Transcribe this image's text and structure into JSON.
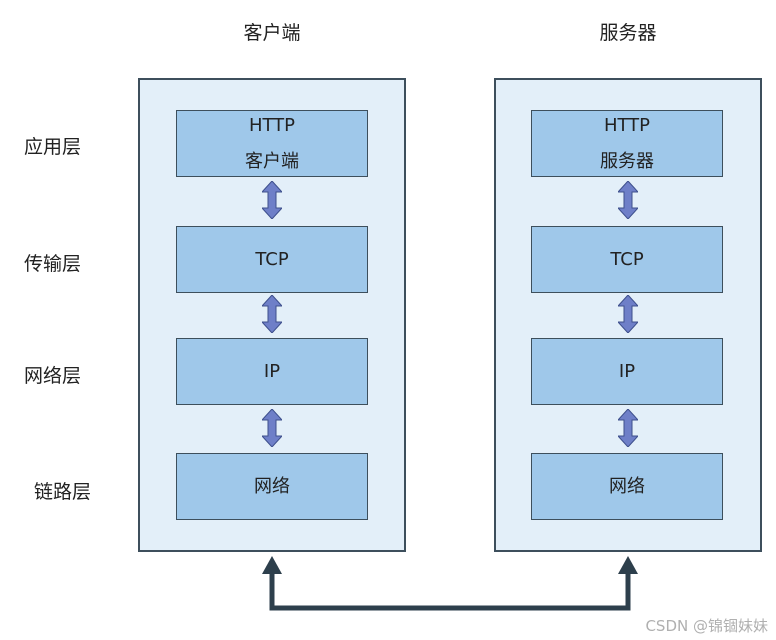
{
  "columns": {
    "client": {
      "title": "客户端"
    },
    "server": {
      "title": "服务器"
    }
  },
  "layers": [
    "应用层",
    "传输层",
    "网络层",
    "链路层"
  ],
  "client_stack": {
    "app": [
      "HTTP",
      "客户端"
    ],
    "transport": "TCP",
    "network": "IP",
    "link": "网络"
  },
  "server_stack": {
    "app": [
      "HTTP",
      "服务器"
    ],
    "transport": "TCP",
    "network": "IP",
    "link": "网络"
  },
  "watermark": "CSDN @锦锢妹妹",
  "colors": {
    "panel_bg": "#e3eff9",
    "box_fill": "#9fc8ea",
    "border": "#3d4f5c",
    "double_arrow": "#6e7fc8",
    "connector": "#2d3f4c"
  }
}
